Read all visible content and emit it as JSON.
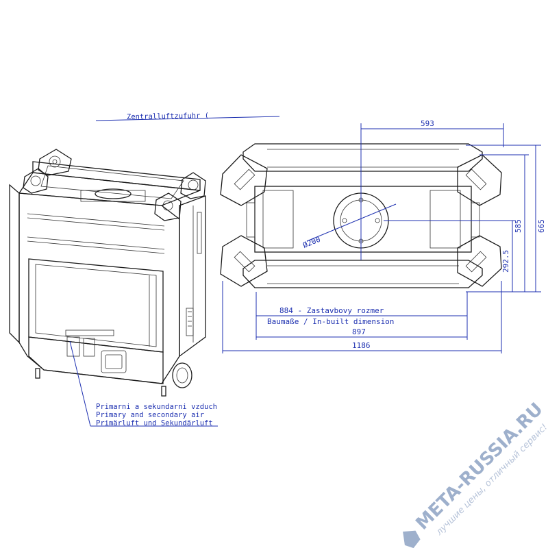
{
  "top_note": "Zentralluftzufuhr (",
  "dimensions": {
    "width_half": "593",
    "height_total": "665",
    "height_mid": "585",
    "height_half": "292.5",
    "diameter": "Ø200",
    "inbuilt_line1": "884 - Zastavbovy rozmer",
    "inbuilt_line2": "Baumaße / In-built dimension",
    "width_897": "897",
    "width_1186": "1186"
  },
  "air_label": {
    "line1": "Primarni a sekundarni vzduch",
    "line2": "Primary and secondary air",
    "line3": "Primärluft und Sekundärluft"
  },
  "watermark": {
    "brand": "META-RUSSIA.RU",
    "slogan": "лучшие цены, отличный сервис!"
  },
  "colors": {
    "line": "#1a1a1a",
    "dimension": "#1c2fb0",
    "watermark": "#8ea3c4"
  }
}
